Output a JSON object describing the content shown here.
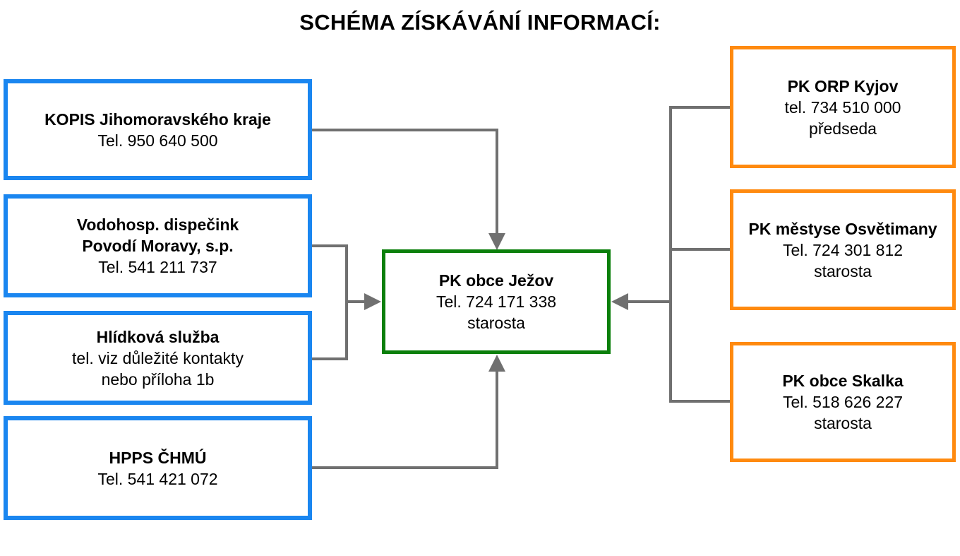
{
  "title": "SCHÉMA ZÍSKÁVÁNÍ INFORMACÍ:",
  "colors": {
    "blue": "#1a86f0",
    "green": "#0b7f0b",
    "orange": "#ff8a0f",
    "connector": "#707070"
  },
  "sources_left": [
    {
      "name": "KOPIS Jihomoravského kraje",
      "lines": [
        "Tel. 950 640 500"
      ]
    },
    {
      "name": "Vodohosp. dispečink",
      "name2": "Povodí Moravy, s.p.",
      "lines": [
        "Tel. 541 211 737"
      ]
    },
    {
      "name": "Hlídková služba",
      "lines": [
        "tel. viz důležité kontakty",
        "nebo příloha 1b"
      ]
    },
    {
      "name": "HPPS ČHMÚ",
      "lines": [
        "Tel. 541 421 072"
      ]
    }
  ],
  "center": {
    "name": "PK obce Ježov",
    "lines": [
      "Tel. 724 171 338",
      "starosta"
    ]
  },
  "sources_right": [
    {
      "name": "PK ORP Kyjov",
      "lines": [
        "tel. 734 510 000",
        "předseda"
      ]
    },
    {
      "name": "PK městyse Osvětimany",
      "lines": [
        "Tel. 724 301 812",
        "starosta"
      ]
    },
    {
      "name": "PK obce Skalka",
      "lines": [
        "Tel. 518 626 227",
        "starosta"
      ]
    }
  ]
}
